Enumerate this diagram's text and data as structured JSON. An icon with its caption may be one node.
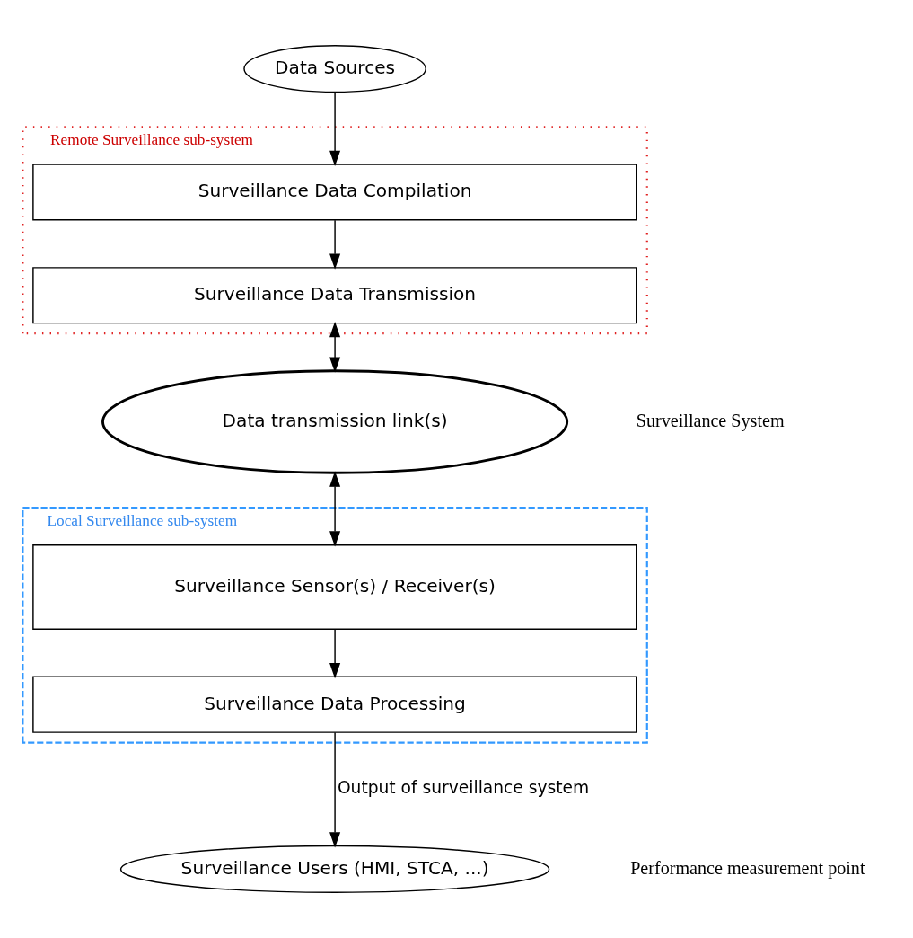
{
  "diagram": {
    "nodes": [
      {
        "text": [
          "Data Sources"
        ]
      },
      {
        "text": [
          "Remote Surveillance sub-system"
        ]
      },
      {
        "text": [
          "Surveillance Data Compilation"
        ],
        "in": 1
      },
      {
        "text": [
          "Surveillance Data Transmission"
        ],
        "in": 1
      },
      {
        "text": [
          "Data transmission link(s)"
        ]
      },
      {
        "text": [
          "Local Surveillance sub-system"
        ]
      },
      {
        "text": [
          "Surveillance Sensor(s) / Receiver(s)"
        ],
        "in": 5
      },
      {
        "text": [
          "Surveillance Data Processing"
        ],
        "in": 5
      },
      {
        "text": [
          "Surveillance Users (HMI, STCA, ...)"
        ]
      }
    ],
    "edges": [
      {
        "from": 0,
        "to": 2,
        "arrow": "to"
      },
      {
        "from": 2,
        "to": 3,
        "arrow": "to"
      },
      {
        "from": 3,
        "to": 4,
        "arrow": "both"
      },
      {
        "from": 4,
        "to": 6,
        "arrow": "both"
      },
      {
        "from": 6,
        "to": 7,
        "arrow": "to"
      },
      {
        "from": 7,
        "to": 8,
        "arrow": "to",
        "label": "Output of surveillance system"
      }
    ],
    "labels": [
      "Surveillance System",
      "Performance measurement point"
    ]
  }
}
